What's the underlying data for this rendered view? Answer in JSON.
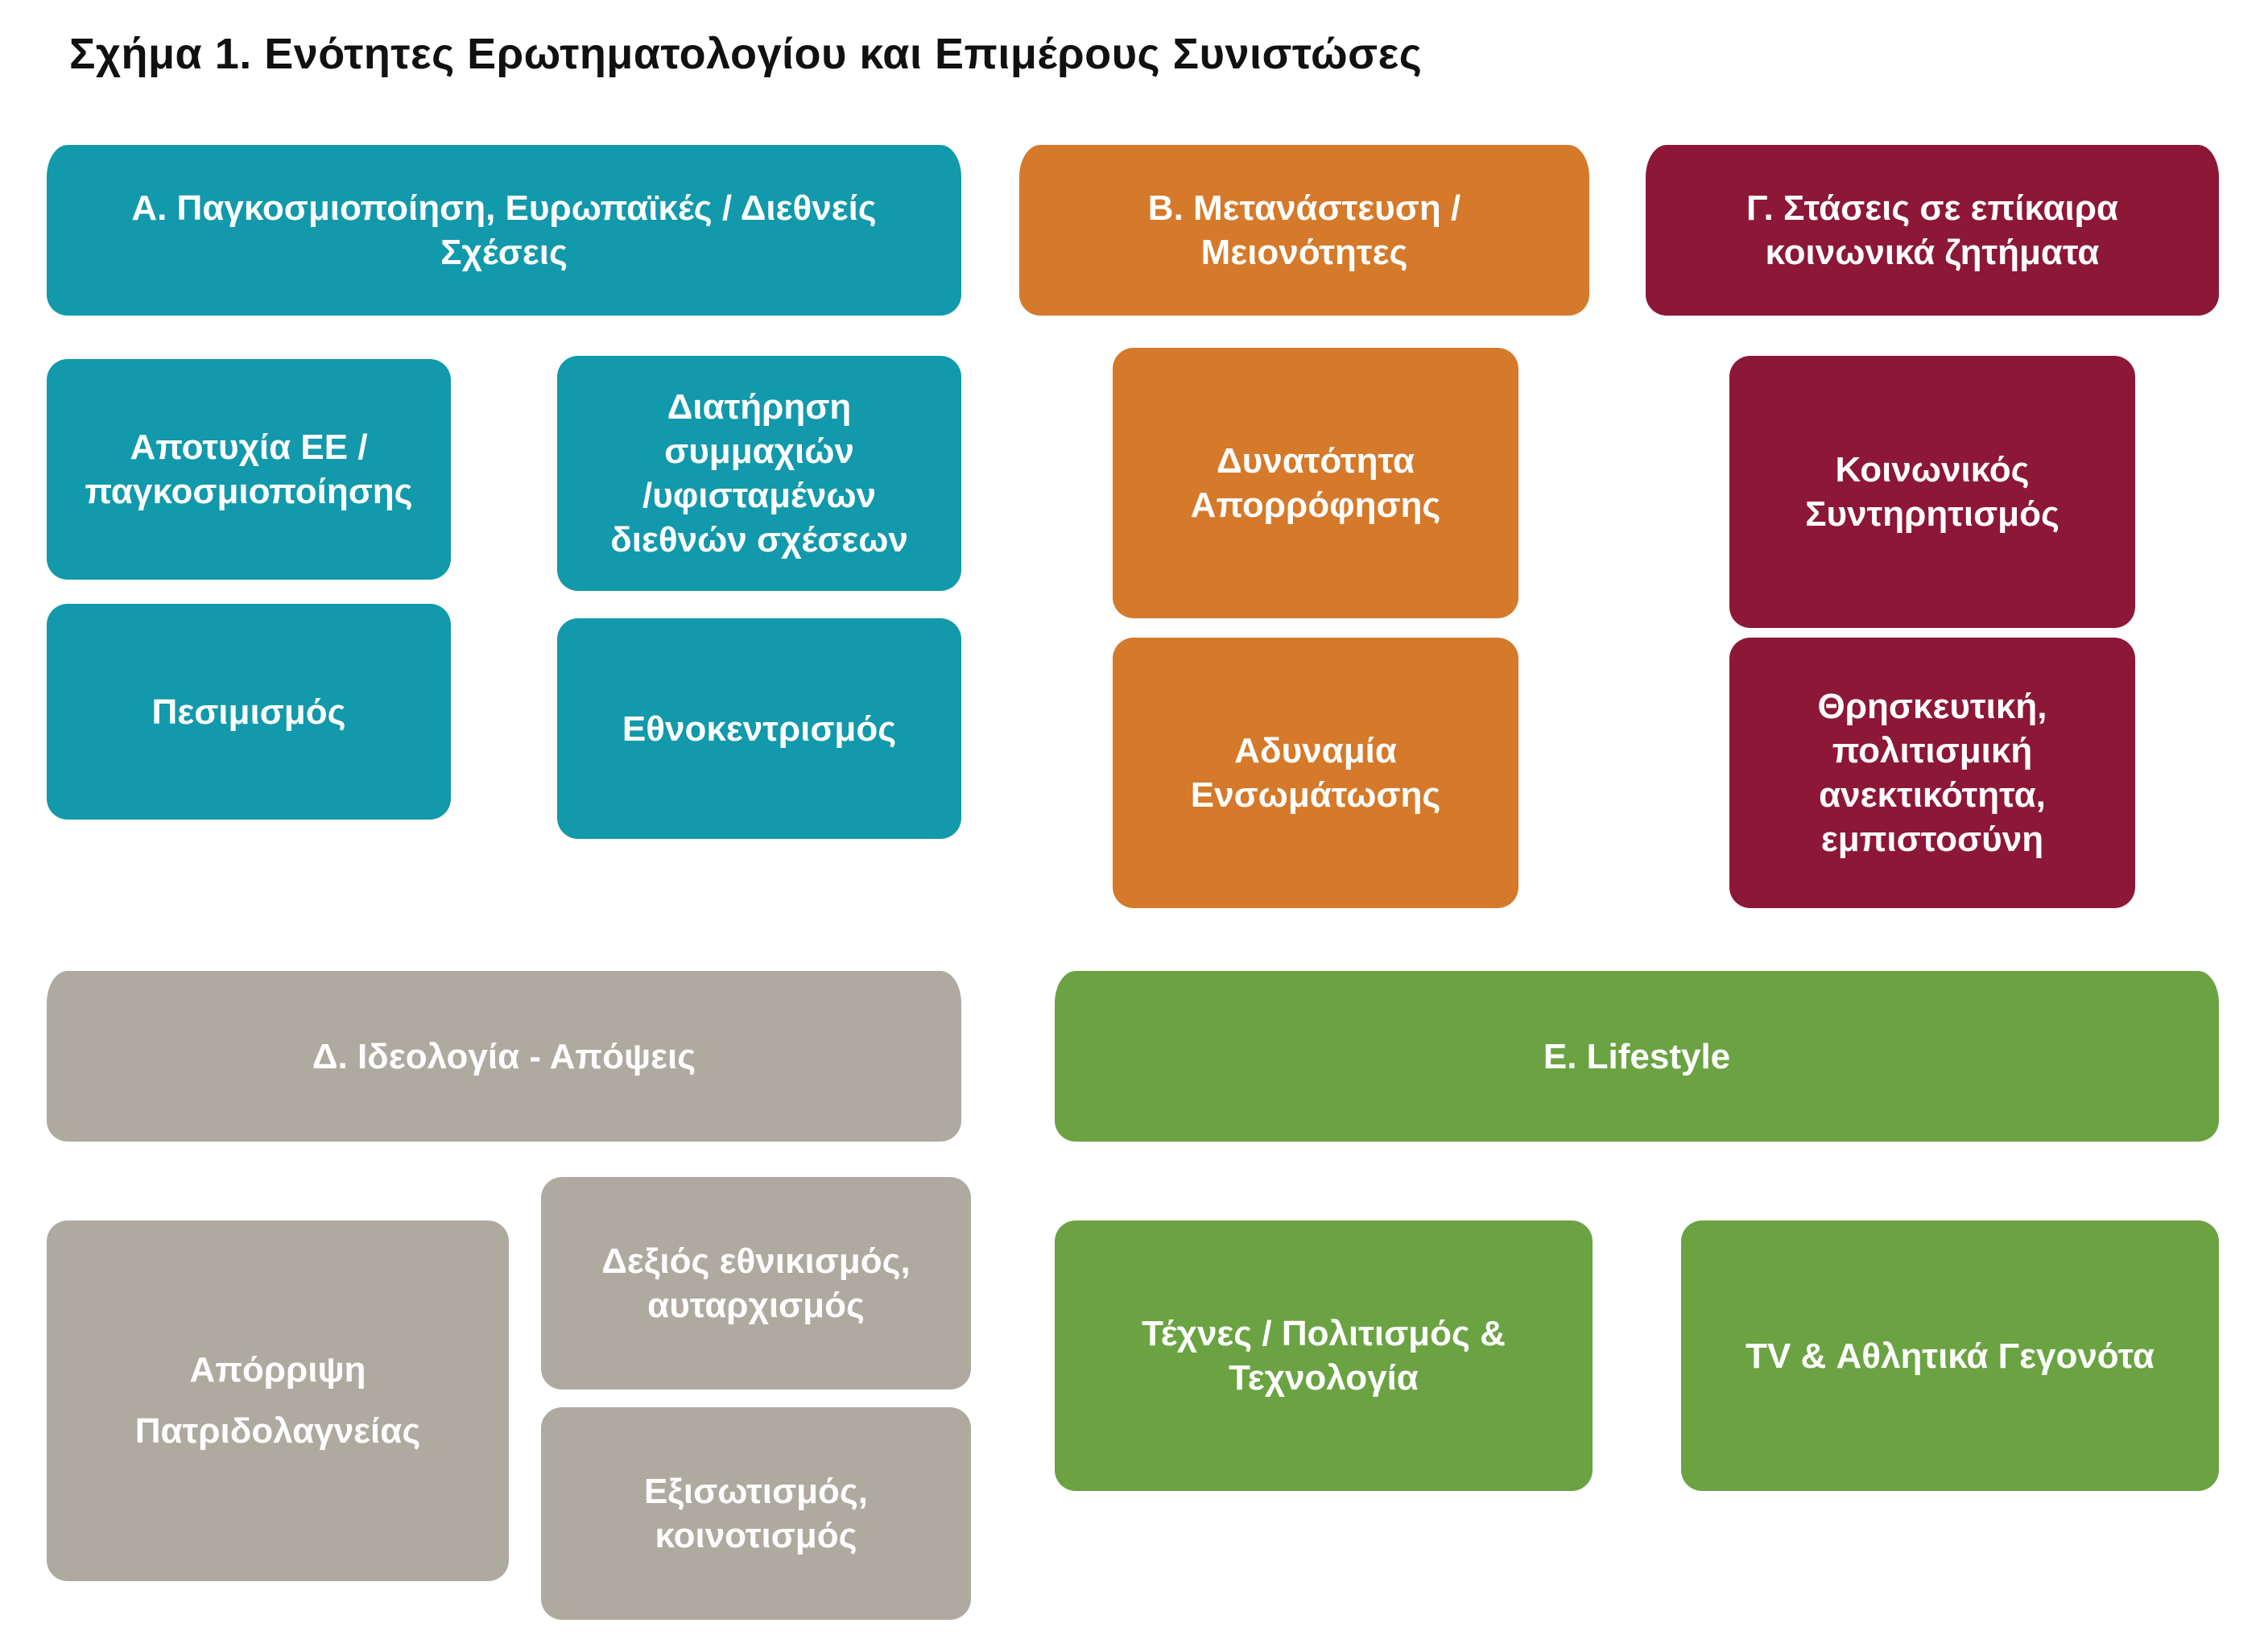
{
  "figure": {
    "title": "Σχήμα 1. Ενότητες Ερωτηματολογίου και Επιμέρους Συνιστώσες"
  },
  "colors": {
    "A": "#1299AB",
    "B": "#D5792A",
    "C": "#8D1737",
    "D": "#AFAAA0",
    "E": "#6BA343"
  },
  "sections": {
    "A": {
      "header": "Α. Παγκοσμιοποίηση, Ευρωπαϊκές / Διεθνείς\nΣχέσεις",
      "items": [
        "Αποτυχία ΕΕ /\nπαγκοσμιοποίησης",
        "Διατήρηση\nσυμμαχιών\n/υφισταμένων\nδιεθνών σχέσεων",
        "Πεσιμισμός",
        "Εθνοκεντρισμός"
      ]
    },
    "B": {
      "header": "Β. Μετανάστευση /\nΜειονότητες",
      "items": [
        "Δυνατότητα\nΑπορρόφησης",
        "Αδυναμία\nΕνσωμάτωσης"
      ]
    },
    "C": {
      "header": "Γ. Στάσεις σε επίκαιρα\nκοινωνικά ζητήματα",
      "items": [
        "Κοινωνικός\nΣυντηρητισμός",
        "Θρησκευτική,\nπολιτισμική\nανεκτικότητα,\nεμπιστοσύνη"
      ]
    },
    "D": {
      "header": "Δ. Ιδεολογία - Απόψεις",
      "items": [
        "Απόρριψη\nΠατριδολαγνείας",
        "Δεξιός εθνικισμός,\nαυταρχισμός",
        "Εξισωτισμός,\nκοινοτισμός"
      ]
    },
    "E": {
      "header": "Ε. Lifestyle",
      "items": [
        "Τέχνες / Πολιτισμός &\nΤεχνολογία",
        "TV & Αθλητικά Γεγονότα"
      ]
    }
  }
}
